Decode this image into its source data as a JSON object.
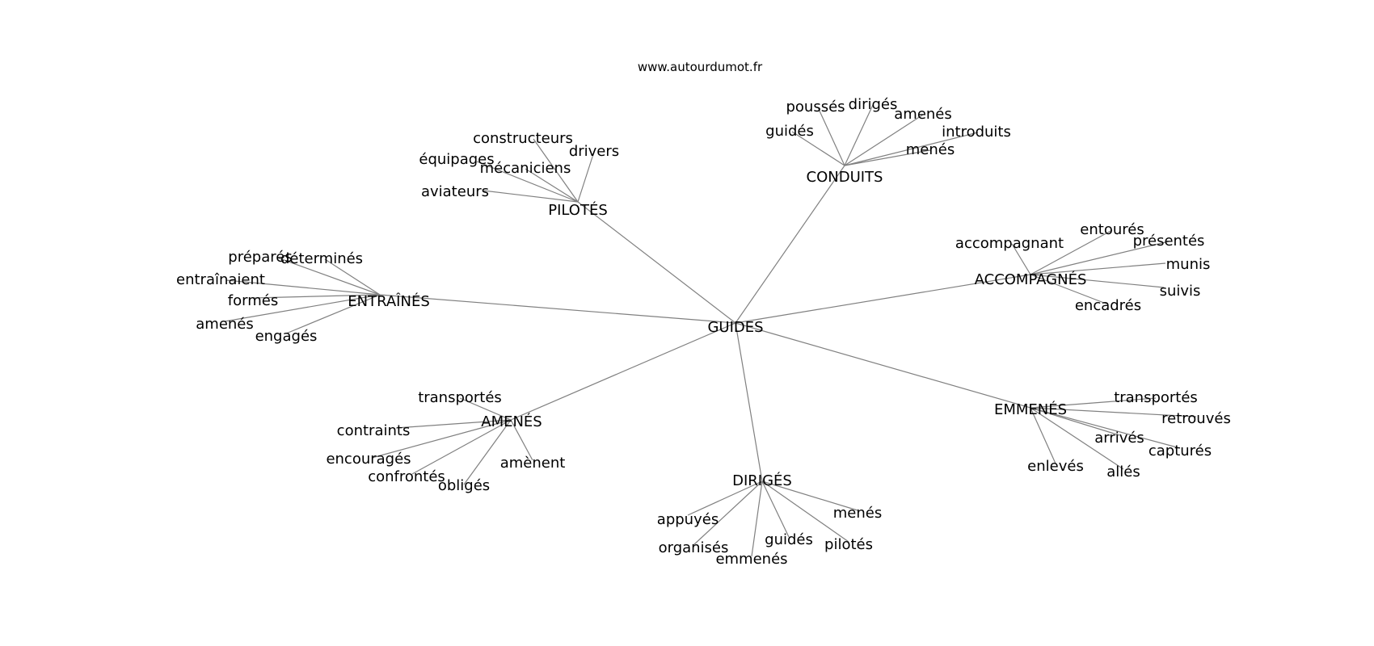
{
  "site": "www.autourdumot.fr",
  "root": {
    "label": "GUIDES"
  },
  "hubs": [
    {
      "label": "PILOTÉS",
      "leaves": [
        "constructeurs",
        "drivers",
        "équipages",
        "mécaniciens",
        "aviateurs"
      ]
    },
    {
      "label": "CONDUITS",
      "leaves": [
        "poussés",
        "dirigés",
        "guidés",
        "amenés",
        "introduits",
        "menés"
      ]
    },
    {
      "label": "ACCOMPAGNÉS",
      "leaves": [
        "entourés",
        "accompagnant",
        "présentés",
        "munis",
        "suivis",
        "encadrés"
      ]
    },
    {
      "label": "ENTRAÎNÉS",
      "leaves": [
        "préparés",
        "déterminés",
        "entraînaient",
        "formés",
        "amenés",
        "engagés"
      ]
    },
    {
      "label": "AMENÉS",
      "leaves": [
        "transportés",
        "contraints",
        "encouragés",
        "confrontés",
        "obligés",
        "amènent"
      ]
    },
    {
      "label": "DIRIGÉS",
      "leaves": [
        "appuyés",
        "organisés",
        "emmenés",
        "guidés",
        "pilotés",
        "menés"
      ]
    },
    {
      "label": "EMMENÉS",
      "leaves": [
        "transportés",
        "retrouvés",
        "arrivés",
        "capturés",
        "enlevés",
        "allés"
      ]
    }
  ]
}
